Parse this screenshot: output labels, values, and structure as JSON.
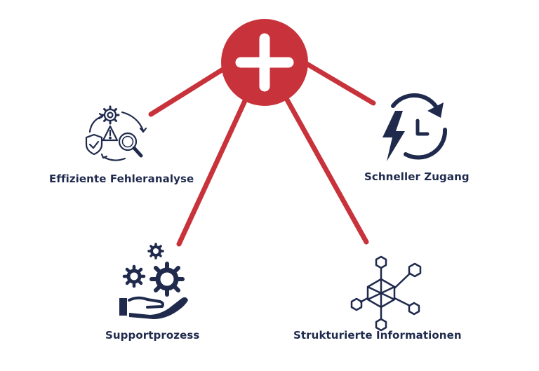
{
  "colors": {
    "accent": "#c8333b",
    "icon": "#1f2a4d",
    "text": "#1f2a4d",
    "background": "#ffffff"
  },
  "center": {
    "icon": "plus-icon"
  },
  "items": [
    {
      "label": "Effiziente Fehleranalyse",
      "icon": "error-analysis-icon"
    },
    {
      "label": "Schneller Zugang",
      "icon": "fast-access-clock-icon"
    },
    {
      "label": "Supportprozess",
      "icon": "support-process-gears-icon"
    },
    {
      "label": "Strukturierte Informationen",
      "icon": "structured-network-icon"
    }
  ]
}
